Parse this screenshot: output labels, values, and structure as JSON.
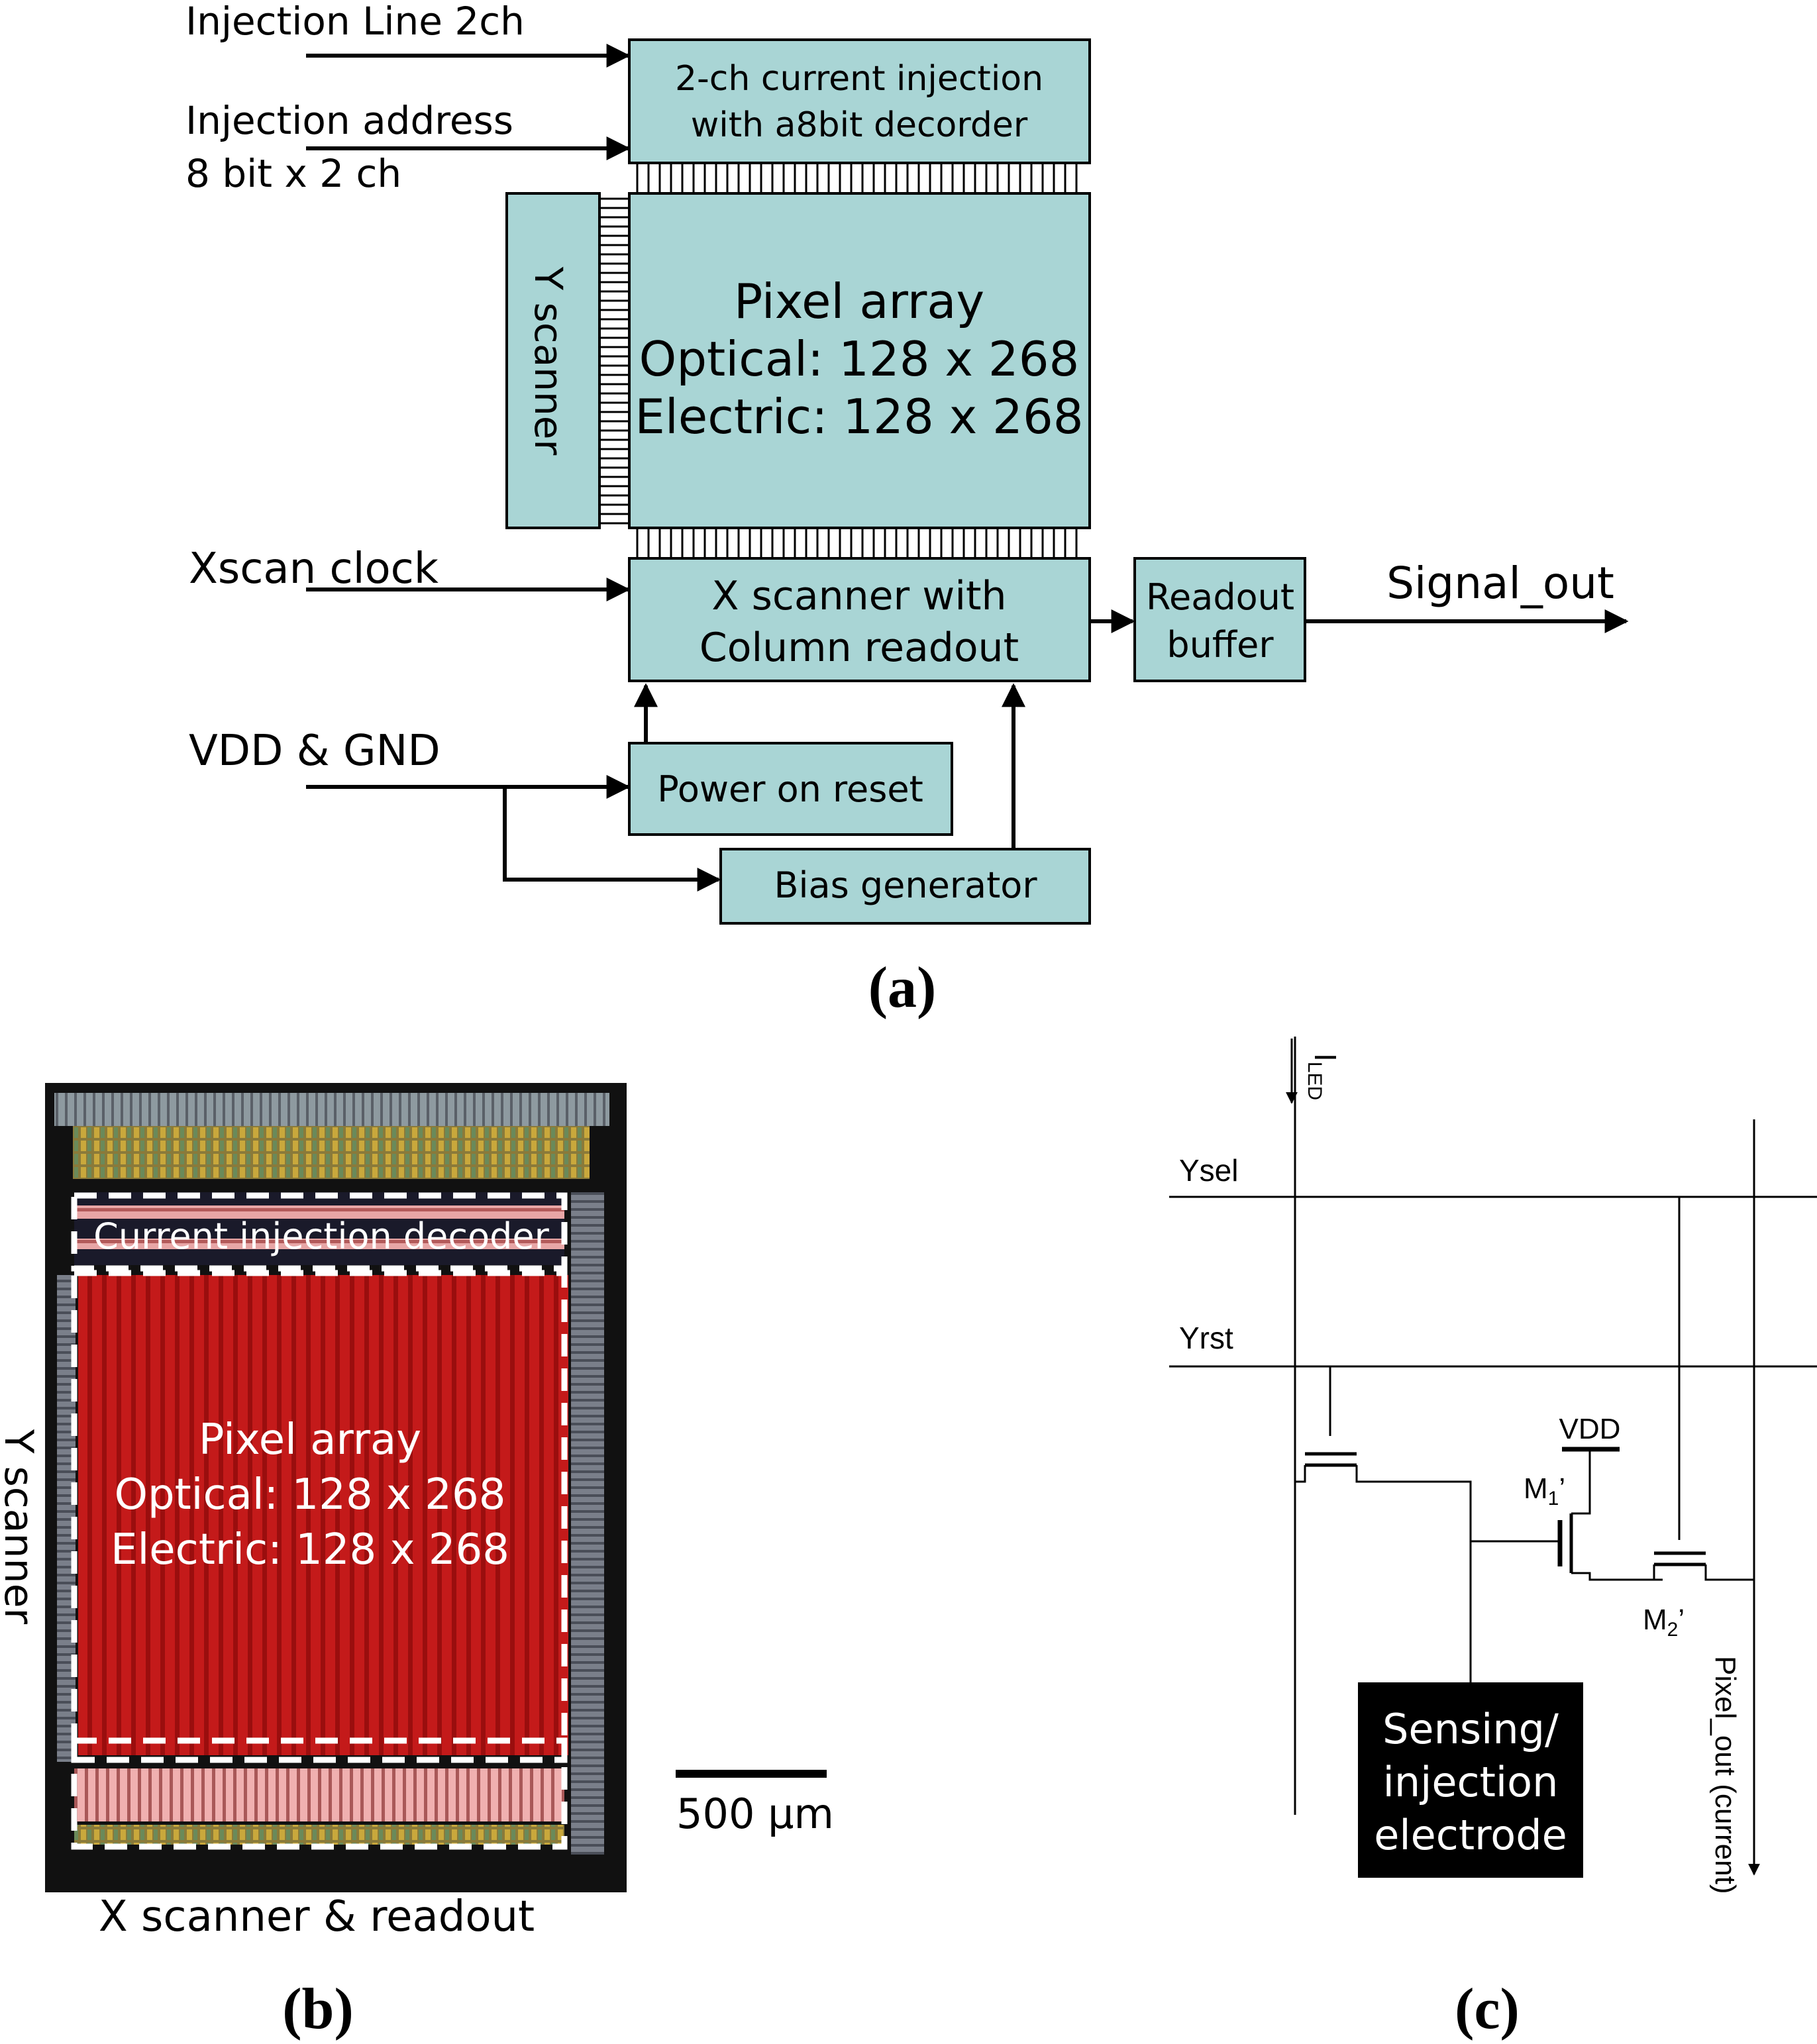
{
  "panel_a": {
    "inputs": {
      "injection_line": "Injection Line 2ch",
      "injection_address_1": "Injection address",
      "injection_address_2": "8 bit x 2 ch",
      "xscan_clock": "Xscan clock",
      "vdd_gnd": "VDD & GND"
    },
    "blocks": {
      "injection_1": "2-ch current injection",
      "injection_2": "with a8bit decorder",
      "y_scanner": "Y scanner",
      "pixel_title": "Pixel array",
      "pixel_optical": "Optical:  128 x 268",
      "pixel_electric": "Electric:  128 x 268",
      "xscan_1": "X scanner with",
      "xscan_2": "Column readout",
      "readout_1": "Readout",
      "readout_2": "buffer",
      "power_on_reset": "Power on reset",
      "bias_generator": "Bias generator"
    },
    "output": "Signal_out",
    "caption": "(a)"
  },
  "panel_b": {
    "decoder_label": "Current injection decoder",
    "pixel_title": "Pixel array",
    "pixel_optical": "Optical: 128 x 268",
    "pixel_electric": "Electric: 128 x 268",
    "y_scanner": "Y scanner",
    "x_scanner": "X scanner & readout",
    "scale_bar": "500 µm",
    "caption": "(b)",
    "colors": {
      "pixel": "#c41a1a",
      "border": "#000000",
      "dashes": "#ffffff"
    }
  },
  "panel_c": {
    "i_led_main": "I",
    "i_led_sub": "LED",
    "ysel": "Ysel",
    "yrst": "Yrst",
    "vdd": "VDD",
    "m1_main": "M",
    "m1_sub": "1",
    "m1_prime": "’",
    "m2_main": "M",
    "m2_sub": "2",
    "m2_prime": "’",
    "electrode_1": "Sensing/",
    "electrode_2": "injection",
    "electrode_3": "electrode",
    "pixel_out": "Pixel_out (current)",
    "caption": "(c)"
  }
}
